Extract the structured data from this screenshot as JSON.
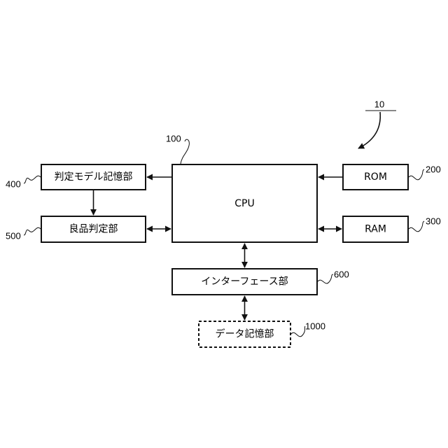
{
  "figure": {
    "system_ref": "10",
    "blocks": {
      "cpu": {
        "label": "CPU",
        "ref": "100"
      },
      "rom": {
        "label": "ROM",
        "ref": "200"
      },
      "ram": {
        "label": "RAM",
        "ref": "300"
      },
      "model_storage": {
        "label": "判定モデル記憶部",
        "ref": "400"
      },
      "quality_judgment": {
        "label": "良品判定部",
        "ref": "500"
      },
      "interface": {
        "label": "インターフェース部",
        "ref": "600"
      },
      "data_storage": {
        "label": "データ記憶部",
        "ref": "1000"
      }
    }
  }
}
